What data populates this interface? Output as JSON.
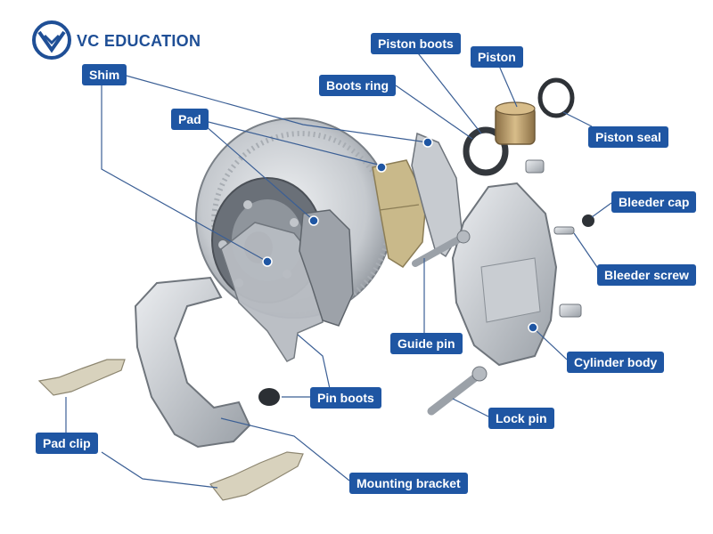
{
  "brand": {
    "name": "VC EDUCATION",
    "color": "#1f56a3"
  },
  "labels": {
    "shim": "Shim",
    "pad": "Pad",
    "piston_boots": "Piston boots",
    "piston": "Piston",
    "boots_ring": "Boots ring",
    "piston_seal": "Piston seal",
    "bleeder_cap": "Bleeder cap",
    "bleeder_screw": "Bleeder screw",
    "guide_pin": "Guide pin",
    "cylinder_body": "Cylinder body",
    "pin_boots": "Pin boots",
    "lock_pin": "Lock pin",
    "pad_clip": "Pad clip",
    "mounting_bracket": "Mounting bracket"
  },
  "colors": {
    "label_bg": "#1f56a3",
    "leader": "#3b5f95",
    "metal_light": "#d7dbe0",
    "metal_dark": "#7c838c",
    "pad_tan": "#c9b98a",
    "piston_bronze": "#b89a66"
  }
}
